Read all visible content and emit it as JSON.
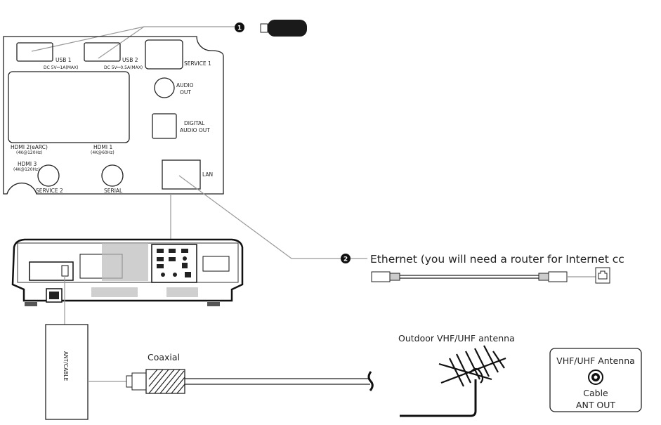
{
  "callouts": {
    "usb": "1",
    "ethernet": "2"
  },
  "panel": {
    "usb1": "USB 1",
    "usb1_spec": "DC 5V⎓1A(MAX)",
    "usb2": "USB 2",
    "usb2_spec": "DC 5V⎓0.5A(MAX)",
    "service1": "SERVICE 1",
    "audio_out_1": "AUDIO",
    "audio_out_2": "OUT",
    "digital_audio_1": "DIGITAL",
    "digital_audio_2": "AUDIO OUT",
    "hdmi2": "HDMI 2(eARC)",
    "hdmi2_spec": "(4K@120Hz)",
    "hdmi1": "HDMI 1",
    "hdmi1_spec": "(4K@60Hz)",
    "hdmi3": "HDMI 3",
    "hdmi3_spec": "(4K@120Hz)",
    "service2": "SERVICE 2",
    "serial": "SERIAL",
    "lan": "LAN"
  },
  "ethernet_label": "Ethernet (you will need a router for Internet cc",
  "ant_cable_box": "ANT/CABLE",
  "coaxial_label": "Coaxial",
  "antenna_label": "Outdoor VHF/UHF antenna",
  "wall_plate": {
    "line1": "VHF/UHF Antenna",
    "line2": "Cable",
    "line3": "ANT OUT"
  }
}
